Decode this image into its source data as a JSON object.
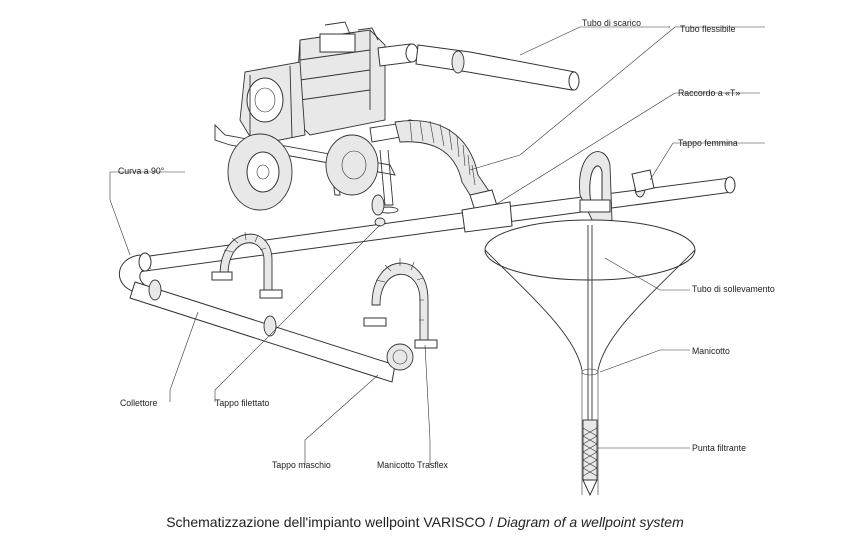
{
  "labels": {
    "tubo_scarico": "Tubo di scarico",
    "tubo_flessibile": "Tubo flessibile",
    "raccordo_t": "Raccordo a «T»",
    "tappo_femmina": "Tappo femmina",
    "curva_90": "Curva a 90°",
    "tubo_sollevamento": "Tubo di sollevamento",
    "manicotto": "Manicotto",
    "collettore": "Collettore",
    "tappo_filettato": "Tappo filettato",
    "tappo_maschio": "Tappo maschio",
    "manicotto_trasflex": "Manicotto Trasflex",
    "punta_filtrante": "Punta filtrante"
  },
  "caption": {
    "italian": "Schematizzazione dell'impianto wellpoint VARISCO",
    "separator": " / ",
    "english": "Diagram of a wellpoint system"
  }
}
